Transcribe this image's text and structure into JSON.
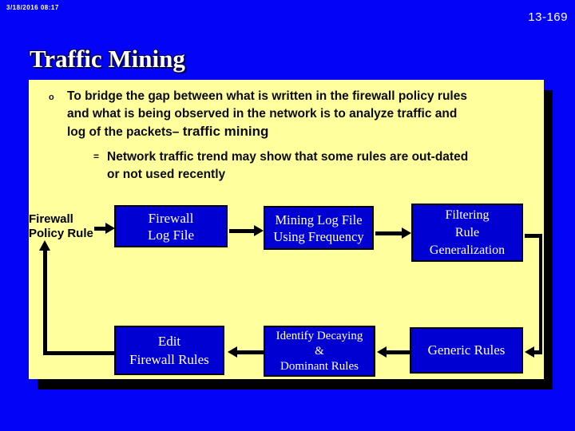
{
  "slide": {
    "timestamp": "3/18/2016 08:17",
    "slide_number": "13-169",
    "title": "Traffic Mining"
  },
  "content": {
    "bullet": {
      "marker": "o",
      "lines": [
        "To bridge the gap between what is written in the firewall policy rules",
        "and what is being observed in the network is to analyze traffic and",
        "log of the packets– "
      ],
      "emphasis": "traffic mining"
    },
    "sub_bullet": {
      "marker": "=",
      "lines": [
        "Network traffic trend may show that some rules are out-dated",
        "or not used recently"
      ]
    }
  },
  "diagram": {
    "label": {
      "lines": [
        "Firewall",
        "Policy Rule"
      ]
    },
    "boxes": [
      {
        "id": "firewall-log-file",
        "lines": [
          "Firewall",
          "Log File"
        ]
      },
      {
        "id": "mining-log-file",
        "lines": [
          "Mining Log File",
          "Using Frequency"
        ]
      },
      {
        "id": "filtering-rule-generalization",
        "lines": [
          "Filtering",
          "Rule",
          "Generalization"
        ]
      },
      {
        "id": "edit-firewall-rules",
        "lines": [
          "Edit",
          "Firewall Rules"
        ]
      },
      {
        "id": "identify-decaying-dominant-rules",
        "lines": [
          "Identify Decaying",
          "&",
          "Dominant Rules"
        ]
      },
      {
        "id": "generic-rules",
        "lines": [
          "Generic Rules"
        ]
      }
    ]
  },
  "colors": {
    "background": "#0303f6",
    "panel_fill": "#ffff9e",
    "box_fill": "#0000d2",
    "box_border": "#000000",
    "arrow": "#000000",
    "title_text": "#fffdf0",
    "body_text": "#0b0b0b",
    "box_text": "#ffffff"
  }
}
